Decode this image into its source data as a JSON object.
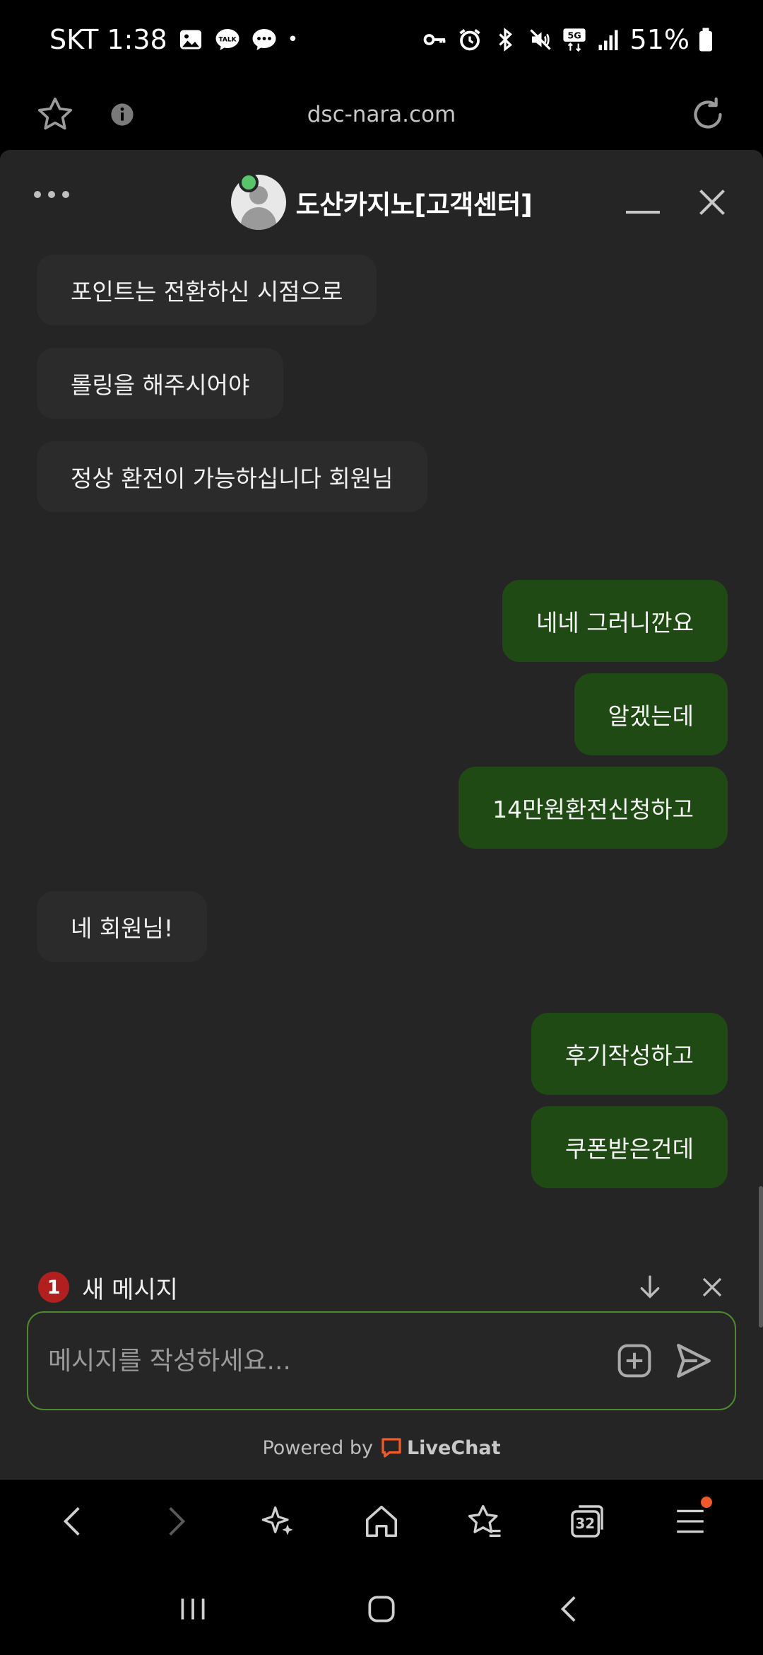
{
  "status_bar": {
    "carrier_time": "SKT 1:38",
    "dot": "•",
    "battery": "51%",
    "network": "5G",
    "icons": [
      "image-icon",
      "kakaotalk-icon",
      "message-icon",
      "key-icon",
      "alarm-icon",
      "bluetooth-icon",
      "mute-icon",
      "signal-icon",
      "battery-icon"
    ]
  },
  "browser": {
    "url": "dsc-nara.com"
  },
  "chat": {
    "agent_name": "도산카지노[고객센터]",
    "messages": [
      {
        "side": "in",
        "text": "포인트는 전환하신 시점으로"
      },
      {
        "side": "in",
        "text": "롤링을 해주시어야"
      },
      {
        "side": "in",
        "text": "정상 환전이 가능하십니다 회원님"
      },
      {
        "side": "out",
        "text": "네네 그러니깐요"
      },
      {
        "side": "out",
        "text": "알겠는데"
      },
      {
        "side": "out",
        "text": "14만원환전신청하고"
      },
      {
        "side": "in",
        "text": "네 회원님!"
      },
      {
        "side": "out",
        "text": "후기작성하고"
      },
      {
        "side": "out",
        "text": "쿠폰받은건데"
      }
    ],
    "new_message": {
      "count": "1",
      "label": "새 메시지"
    },
    "composer": {
      "placeholder": "메시지를 작성하세요..."
    },
    "powered_by": "Powered by",
    "brand": "LiveChat"
  },
  "browser_nav": {
    "tab_count": "32"
  },
  "colors": {
    "outgoing_bubble": "#1f4a14",
    "incoming_bubble": "#2b2b2b",
    "accent_green": "#4c8a2c",
    "badge_red": "#b21f1f",
    "livechat_orange": "#f05a28"
  }
}
